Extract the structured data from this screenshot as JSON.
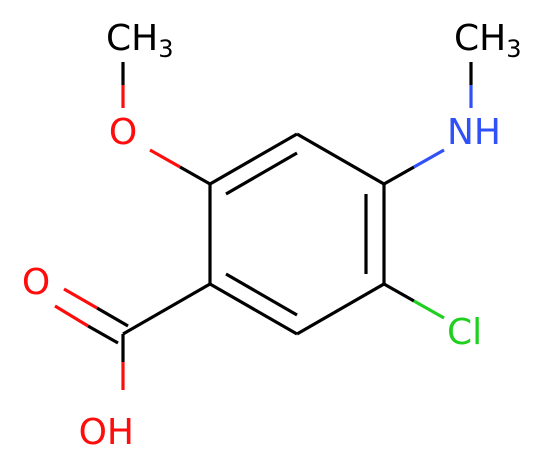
{
  "colors": {
    "carbon": "#000000",
    "oxygen": "#ff0d0d",
    "nitrogen": "#3050f8",
    "chlorine": "#1fd01f"
  },
  "atoms": {
    "ch3_top_left": {
      "text": "CH",
      "sub": "3",
      "element": "carbon"
    },
    "o_methoxy": {
      "text": "O",
      "element": "oxygen"
    },
    "nh": {
      "text": "NH",
      "element": "nitrogen"
    },
    "ch3_top_right": {
      "text": "CH",
      "sub": "3",
      "element": "carbon"
    },
    "o_carbonyl": {
      "text": "O",
      "element": "oxygen"
    },
    "cl": {
      "text": "Cl",
      "element": "chlorine"
    },
    "oh": {
      "text": "OH",
      "element": "oxygen"
    }
  }
}
